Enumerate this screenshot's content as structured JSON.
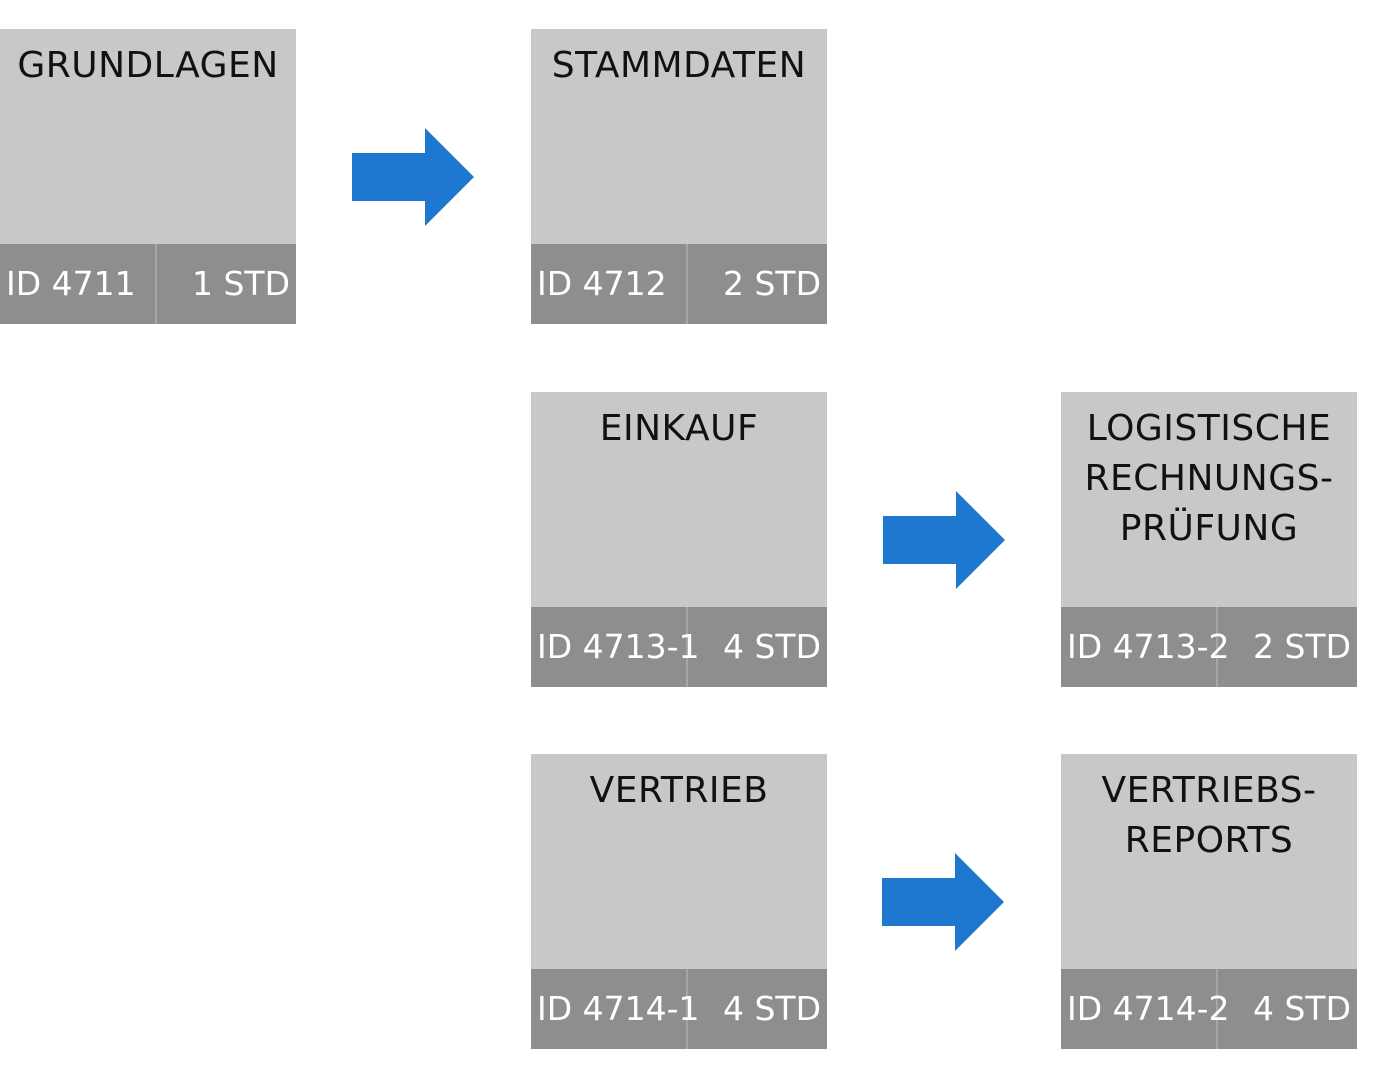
{
  "accent_color": "#1f78cf",
  "cards": {
    "grundlagen": {
      "title": "GRUNDLAGEN",
      "id": "ID 4711",
      "hours": "1 STD"
    },
    "stammdaten": {
      "title": "STAMMDATEN",
      "id": "ID 4712",
      "hours": "2 STD"
    },
    "einkauf": {
      "title": "EINKAUF",
      "id": "ID 4713-1",
      "hours": "4 STD"
    },
    "logistische_rechnungspruefung": {
      "title": "LOGISTISCHE\nRECHNUNGS-\nPRÜFUNG",
      "id": "ID 4713-2",
      "hours": "2 STD"
    },
    "vertrieb": {
      "title": "VERTRIEB",
      "id": "ID 4714-1",
      "hours": "4 STD"
    },
    "vertriebsreports": {
      "title": "VERTRIEBS-\nREPORTS",
      "id": "ID 4714-2",
      "hours": "4 STD"
    }
  },
  "arrows": [
    {
      "from": "GRUNDLAGEN",
      "to": "STAMMDATEN",
      "icon": "right-arrow-icon"
    },
    {
      "from": "EINKAUF",
      "to": "LOGISTISCHE RECHNUNGS-PRÜFUNG",
      "icon": "right-arrow-icon"
    },
    {
      "from": "VERTRIEB",
      "to": "VERTRIEBS-REPORTS",
      "icon": "right-arrow-icon"
    }
  ]
}
